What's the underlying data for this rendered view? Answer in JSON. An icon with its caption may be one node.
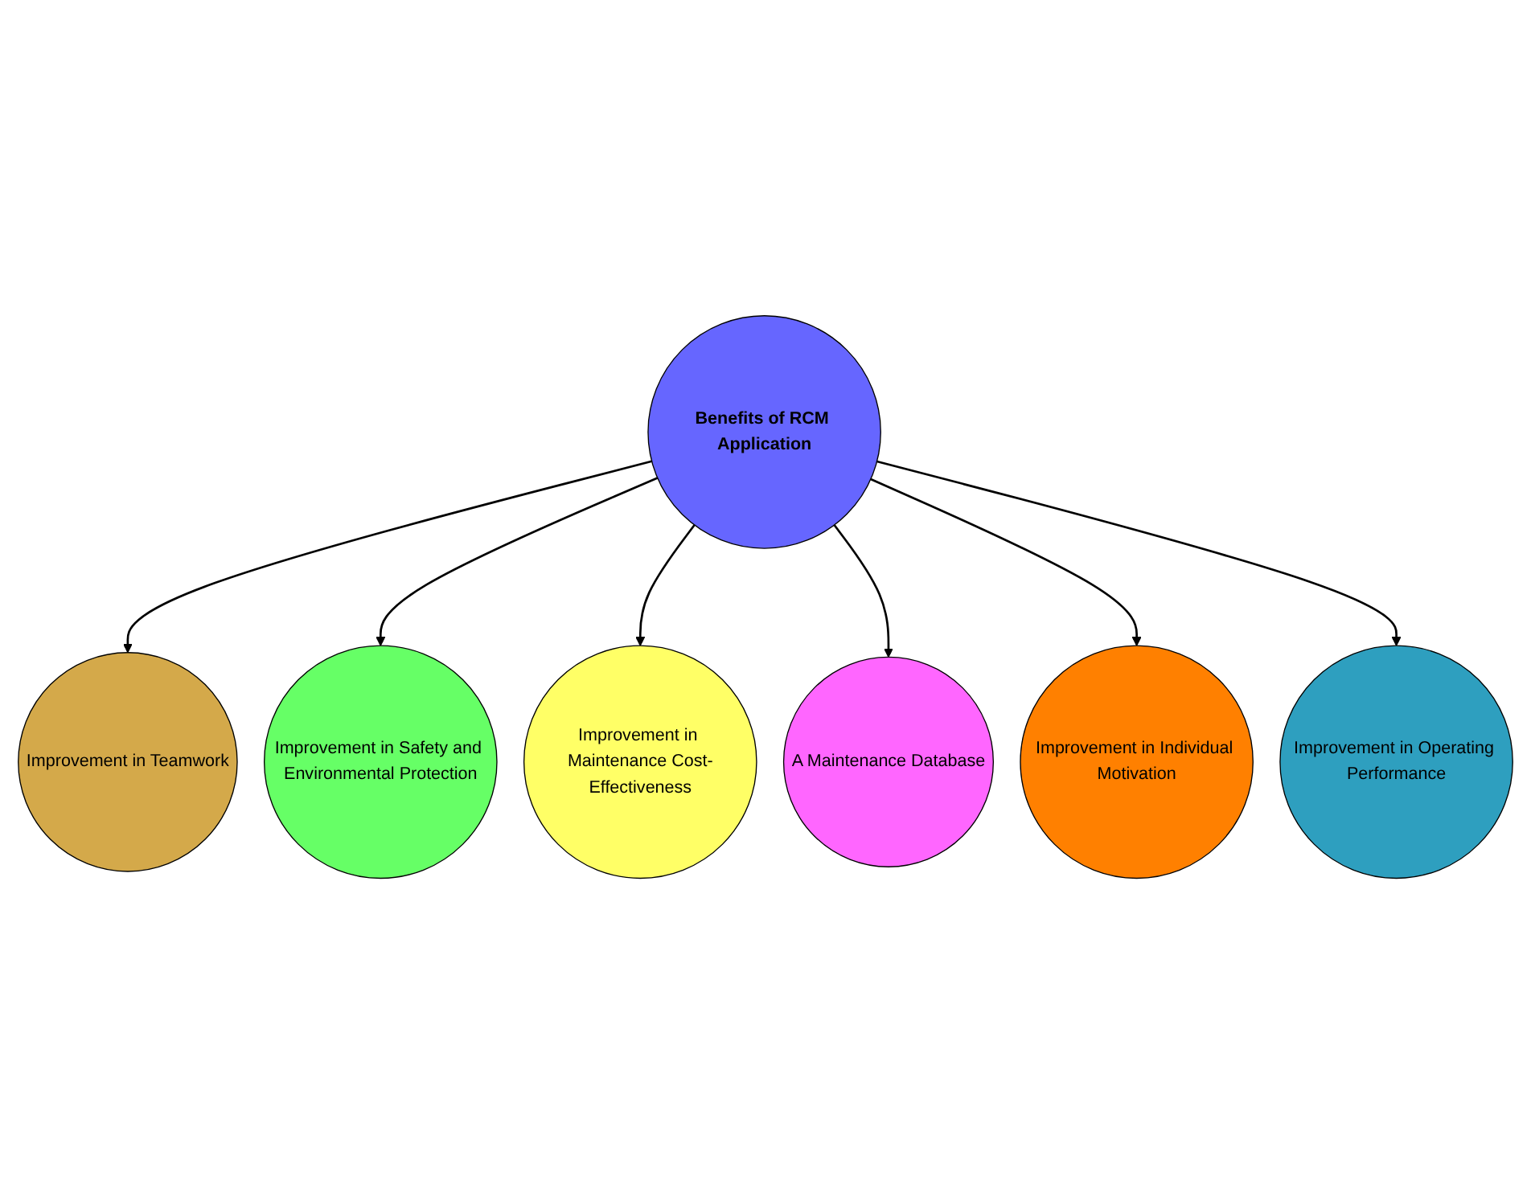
{
  "diagram": {
    "nodes": [
      {
        "text": [
          "Improvement in Teamwork"
        ]
      },
      {
        "text": [
          "Improvement in Operating Performance"
        ]
      },
      {
        "text": [
          "Improvement in Safety and Environmental Protection"
        ]
      },
      {
        "text": [
          "Benefits of RCM Application"
        ]
      },
      {
        "text": [
          "Improvement in Individual Motivation"
        ]
      },
      {
        "text": [
          "Improvement in Maintenance Cost-Effectiveness"
        ]
      },
      {
        "text": [
          "A Maintenance Database"
        ]
      }
    ],
    "edges": [
      {
        "from": 3,
        "to": 0,
        "arrow": "to"
      },
      {
        "from": 3,
        "to": 2,
        "arrow": "to"
      },
      {
        "from": 3,
        "to": 5,
        "arrow": "to"
      },
      {
        "from": 3,
        "to": 6,
        "arrow": "to"
      },
      {
        "from": 3,
        "to": 4,
        "arrow": "to"
      },
      {
        "from": 3,
        "to": 1,
        "arrow": "to"
      }
    ]
  }
}
